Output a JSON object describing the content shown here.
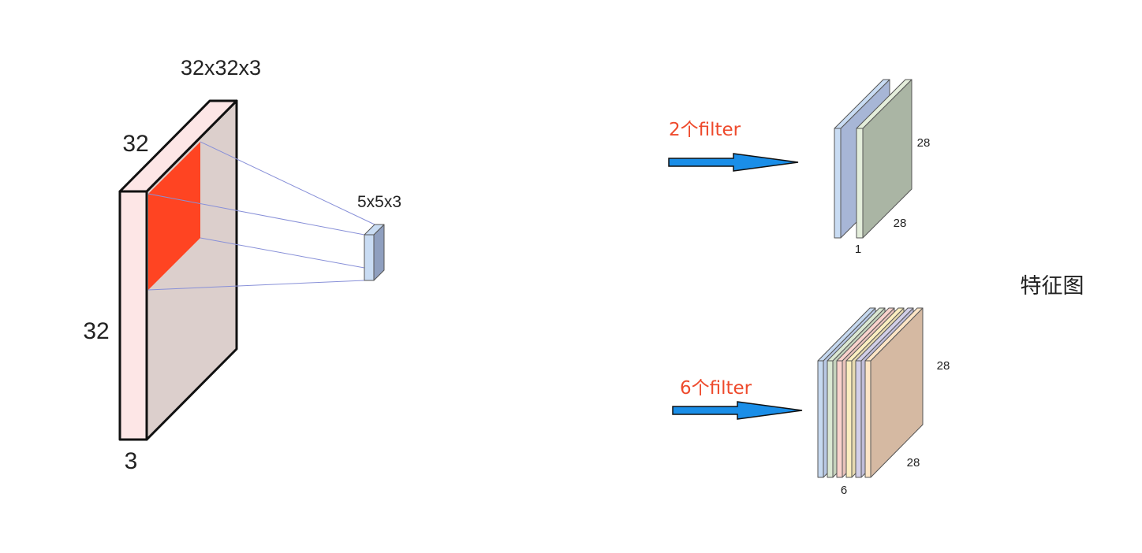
{
  "input_volume": {
    "title": "32x32x3",
    "height_label": "32",
    "width_label": "32",
    "depth_label": "3"
  },
  "filter": {
    "label": "5x5x3"
  },
  "top_branch": {
    "arrow_label": "2个filter",
    "height_label": "28",
    "width_label": "28",
    "depth_label": "1",
    "slab_colors": [
      [
        "#c9dcf3",
        "#a7b6d6"
      ],
      [
        "#e4eedb",
        "#aab5a4"
      ]
    ]
  },
  "bottom_branch": {
    "arrow_label": "6个filter",
    "height_label": "28",
    "width_label": "28",
    "depth_label": "6",
    "slab_colors": [
      [
        "#c6d9f0",
        "#b8c8e4"
      ],
      [
        "#dbe8d3",
        "#c5d3bd"
      ],
      [
        "#f9d2cc",
        "#e8c2bb"
      ],
      [
        "#fbeec0",
        "#e7dab0"
      ],
      [
        "#d2cfe8",
        "#c0bdd8"
      ],
      [
        "#fde5c6",
        "#d5b9a2"
      ]
    ]
  },
  "feature_map_label": "特征图",
  "colors": {
    "arrow": "#1a8ee8",
    "highlight": "#ff4422",
    "text_red": "#ee4a2c"
  }
}
